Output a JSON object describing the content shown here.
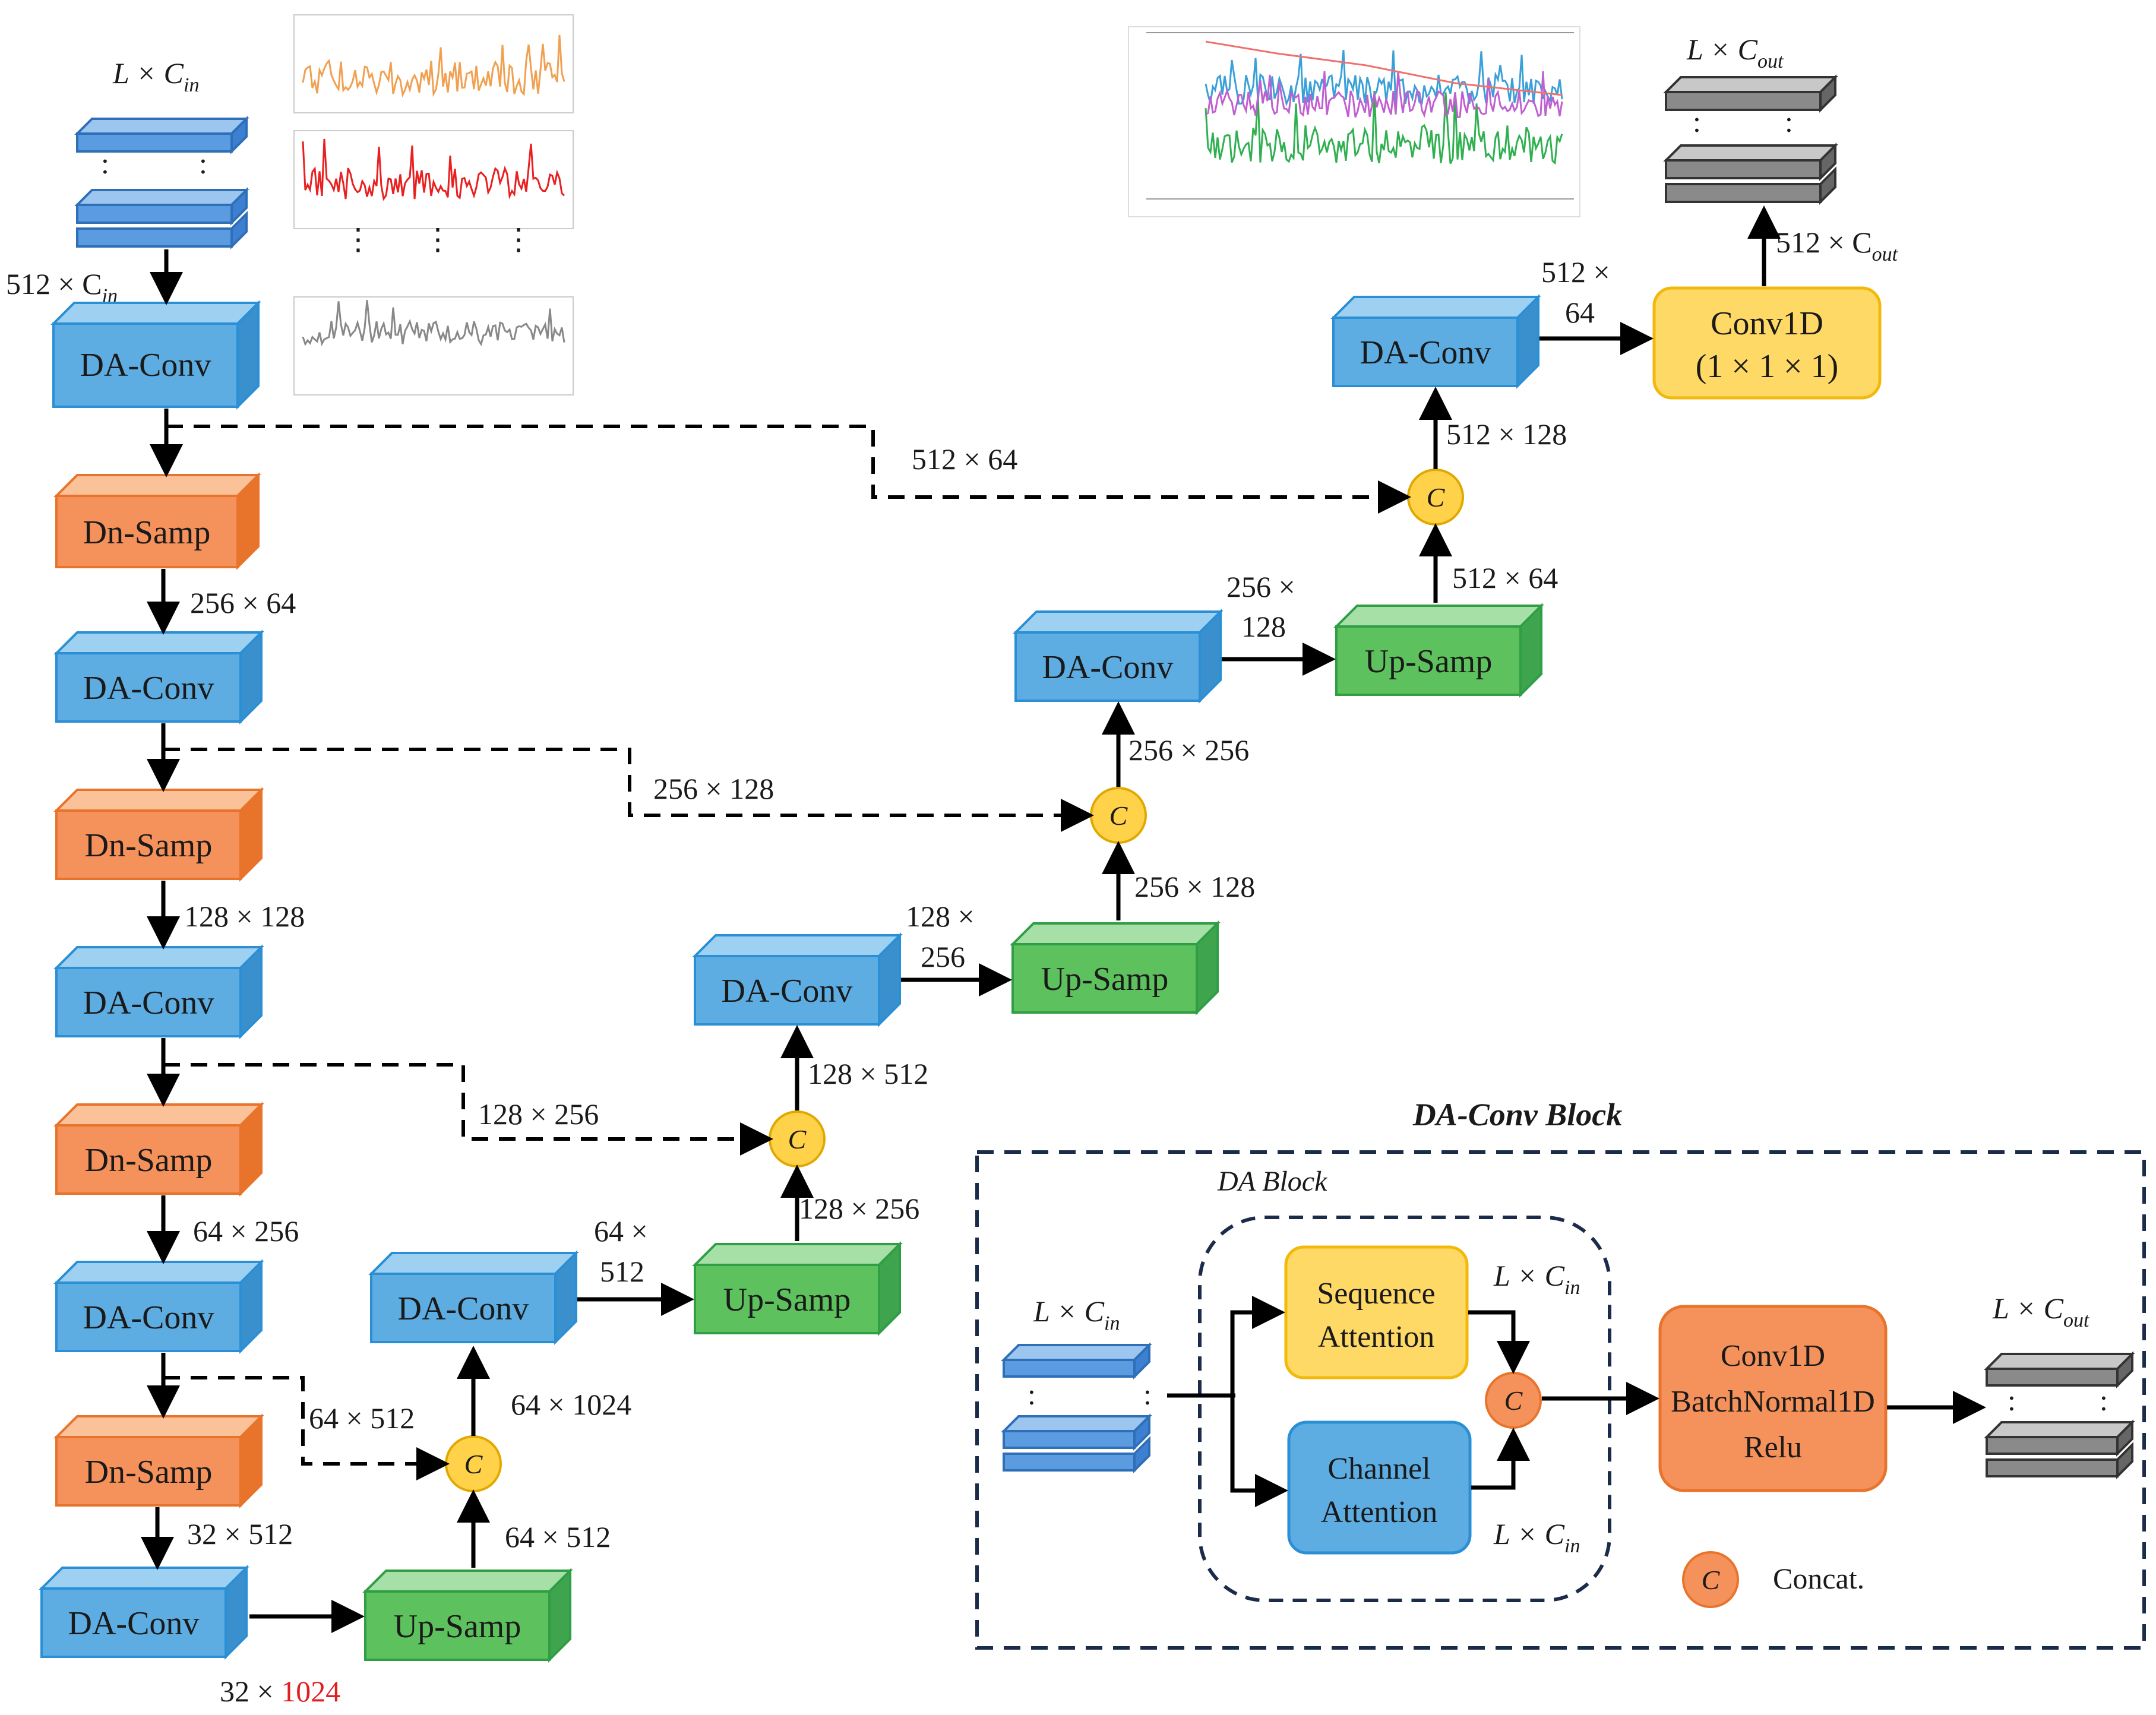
{
  "blocks": {
    "da_conv": "DA-Conv",
    "dn_samp": "Dn-Samp",
    "up_samp": "Up-Samp",
    "conv1d_line1": "Conv1D",
    "conv1d_line2": "(1 × 1 × 1)"
  },
  "io": {
    "input_top": "L × C",
    "input_top_sub": "in",
    "input_side": "512 × C",
    "input_side_sub": "in",
    "output_top": "L × C",
    "output_top_sub": "out",
    "output_side": "512 × C",
    "output_side_sub": "out"
  },
  "labels": {
    "enc_256x64": "256 × 64",
    "enc_128x128": "128 × 128",
    "enc_64x256": "64 × 256",
    "enc_32x512": "32 × 512",
    "bottom_32": "32 × ",
    "bottom_1024": "1024",
    "skip_512x64": "512 × 64",
    "skip_256x128": "256 × 128",
    "skip_128x256": "128 × 256",
    "skip_64x512": "64 × 512",
    "up1_in": "64 × 512",
    "up1_out": "64 × 1024",
    "dec1_a": "64 ×",
    "dec1_b": "512",
    "up2_in": "128 × 256",
    "up2_out": "128 × 512",
    "dec2_a": "128 ×",
    "dec2_b": "256",
    "up3_in": "256 × 128",
    "up3_out": "256 × 256",
    "dec3_a": "256 ×",
    "dec3_b": "128",
    "up4_in": "512 × 64",
    "up4_out": "512 × 128",
    "dec4_a": "512 ×",
    "dec4_b": "64",
    "concat_symbol": "C"
  },
  "legend": {
    "title": "DA-Conv Block",
    "da_block": "DA Block",
    "seq_line1": "Sequence",
    "seq_line2": "Attention",
    "ch_line1": "Channel",
    "ch_line2": "Attention",
    "conv_line1": "Conv1D",
    "conv_line2": "BatchNormal1D",
    "conv_line3": "Relu",
    "in_label": "L × C",
    "in_sub": "in",
    "out_label": "L × C",
    "out_sub": "out",
    "concat": "Concat."
  },
  "colors": {
    "da_conv": "#5dade2",
    "dn_samp": "#f5915a",
    "up_samp": "#5dc25d",
    "conv1d": "#ffd966",
    "concat": "#ffd24a",
    "concat_legend": "#f5915a",
    "highlight": "#e02020"
  }
}
